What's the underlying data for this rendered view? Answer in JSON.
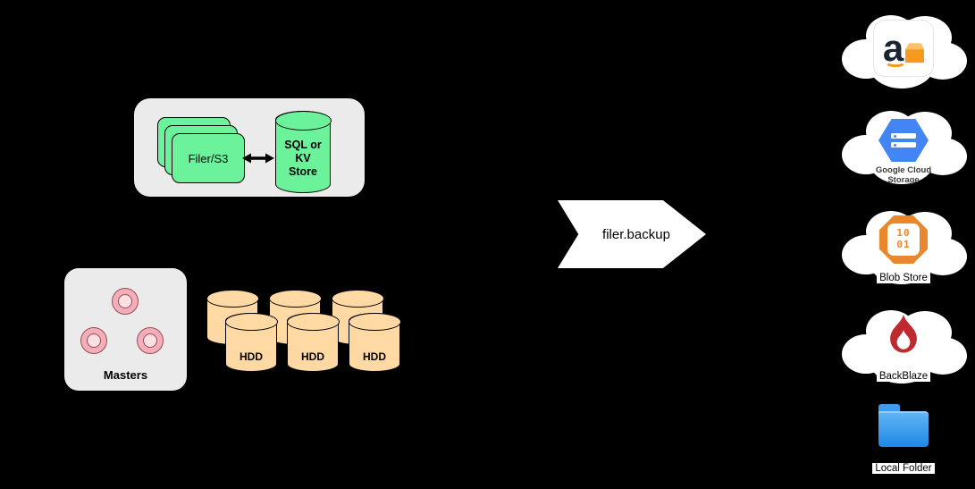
{
  "filer_cluster": {
    "filer_label": "Filer/S3",
    "store_label": "SQL or\nKV\nStore"
  },
  "master_cluster": {
    "label": "Masters"
  },
  "volume_cluster": {
    "hdd_labels": [
      "HDD",
      "HDD",
      "HDD"
    ]
  },
  "backup_flow": {
    "label": "filer.backup"
  },
  "targets": [
    {
      "name": "amazon-s3",
      "icon": "amazon-box-icon",
      "logo_letter": "a",
      "label": ""
    },
    {
      "name": "google-cloud-storage",
      "icon": "gcs-hexagon-icon",
      "label": "Google Cloud\nStorage"
    },
    {
      "name": "blob-store",
      "icon": "blob-octagon-icon",
      "binary": "10\n01",
      "label": "Blob Store"
    },
    {
      "name": "backblaze",
      "icon": "backblaze-flame-icon",
      "label": "BackBlaze"
    },
    {
      "name": "local-folder",
      "icon": "folder-icon",
      "label": "Local Folder"
    }
  ],
  "colors": {
    "background": "#000000",
    "node_green": "#6BF29B",
    "container_gray": "#EBEBEB",
    "hdd_peach": "#FFD9A3",
    "master_pink": "#F2AEB9",
    "master_stroke": "#9E4A52",
    "gcs_blue": "#4285F4",
    "blob_orange": "#E8872B",
    "backblaze_red": "#BF2A2E",
    "folder_blue": "#1E88E5",
    "aws_orange": "#F49A1D",
    "arrow_white": "#FFFFFF"
  }
}
